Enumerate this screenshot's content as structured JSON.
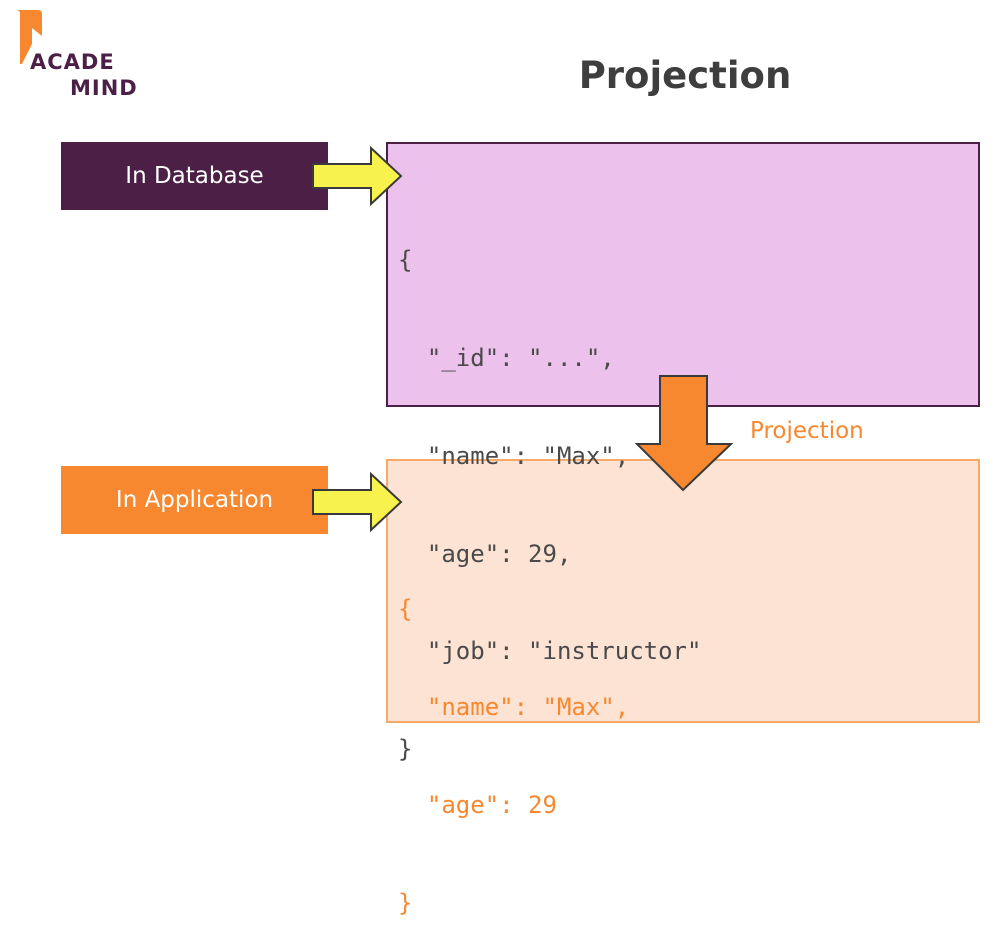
{
  "logo": {
    "line1": "ACADE",
    "line2": "MIND"
  },
  "title": "Projection",
  "labels": {
    "database": "In Database",
    "application": "In Application"
  },
  "database_document": {
    "lines": [
      "{",
      "  \"_id\": \"...\",",
      "  \"name\": \"Max\",",
      "  \"age\": 29,",
      "  \"job\": \"instructor\"",
      "}"
    ]
  },
  "application_document": {
    "lines": [
      "{",
      "  \"name\": \"Max\",",
      "  \"age\": 29",
      "}"
    ]
  },
  "projection_arrow_label": "Projection",
  "colors": {
    "brand_purple": "#4b1f46",
    "brand_orange": "#f7882f",
    "database_box": "#ecc2ec",
    "application_box": "#fde3d3",
    "pointer_yellow": "#f8f24e"
  }
}
